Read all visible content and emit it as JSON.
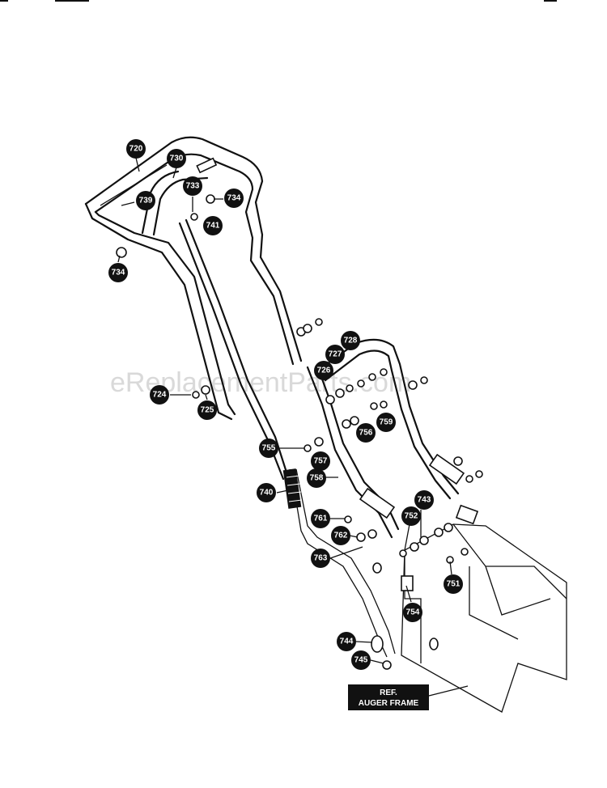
{
  "diagram": {
    "watermark": "eReplacementParts.com",
    "reference_label": {
      "line1": "REF.",
      "line2": "AUGER FRAME"
    },
    "callouts": [
      "720",
      "730",
      "733",
      "739",
      "734",
      "741",
      "734",
      "724",
      "725",
      "726",
      "727",
      "728",
      "755",
      "756",
      "759",
      "757",
      "758",
      "740",
      "743",
      "752",
      "761",
      "762",
      "763",
      "751",
      "754",
      "744",
      "745"
    ]
  }
}
